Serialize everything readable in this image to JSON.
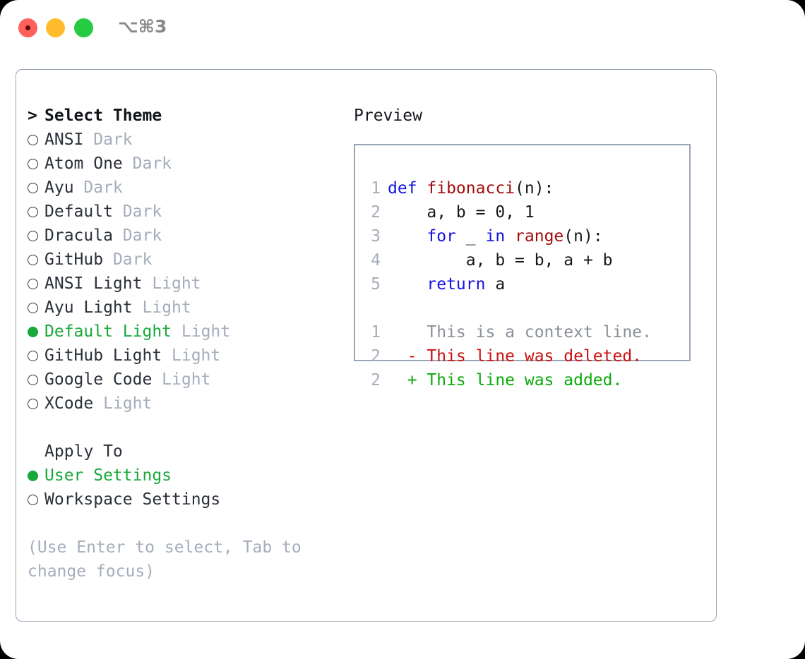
{
  "titlebar": {
    "shortcut": "⌥⌘3",
    "buttons": [
      {
        "name": "close",
        "color": "#ff605c"
      },
      {
        "name": "minimize",
        "color": "#ffbd2e"
      },
      {
        "name": "maximize",
        "color": "#25cb40"
      }
    ]
  },
  "theme_selector": {
    "heading": "Select Theme",
    "caret": ">",
    "items": [
      {
        "name": "ANSI",
        "variant": "Dark",
        "selected": false
      },
      {
        "name": "Atom One",
        "variant": "Dark",
        "selected": false
      },
      {
        "name": "Ayu",
        "variant": "Dark",
        "selected": false
      },
      {
        "name": "Default",
        "variant": "Dark",
        "selected": false
      },
      {
        "name": "Dracula",
        "variant": "Dark",
        "selected": false
      },
      {
        "name": "GitHub",
        "variant": "Dark",
        "selected": false
      },
      {
        "name": "ANSI Light",
        "variant": "Light",
        "selected": false
      },
      {
        "name": "Ayu Light",
        "variant": "Light",
        "selected": false
      },
      {
        "name": "Default Light",
        "variant": "Light",
        "selected": true
      },
      {
        "name": "GitHub Light",
        "variant": "Light",
        "selected": false
      },
      {
        "name": "Google Code",
        "variant": "Light",
        "selected": false
      },
      {
        "name": "XCode",
        "variant": "Light",
        "selected": false
      }
    ]
  },
  "apply_to": {
    "heading": "Apply To",
    "options": [
      {
        "name": "User Settings",
        "selected": true
      },
      {
        "name": "Workspace Settings",
        "selected": false
      }
    ]
  },
  "hint": "(Use Enter to select, Tab to change focus)",
  "preview": {
    "title": "Preview",
    "code_lines": [
      {
        "no": "1",
        "tokens": [
          {
            "t": "def ",
            "c": "kw"
          },
          {
            "t": "fibonacci",
            "c": "fn"
          },
          {
            "t": "(n):",
            "c": "plain"
          }
        ]
      },
      {
        "no": "2",
        "tokens": [
          {
            "t": "    a, b = 0, 1",
            "c": "plain"
          }
        ]
      },
      {
        "no": "3",
        "tokens": [
          {
            "t": "    ",
            "c": "plain"
          },
          {
            "t": "for",
            "c": "kw"
          },
          {
            "t": " _ ",
            "c": "plain"
          },
          {
            "t": "in",
            "c": "kw"
          },
          {
            "t": " ",
            "c": "plain"
          },
          {
            "t": "range",
            "c": "fn"
          },
          {
            "t": "(n):",
            "c": "plain"
          }
        ]
      },
      {
        "no": "4",
        "tokens": [
          {
            "t": "        a, b = b, a + b",
            "c": "plain"
          }
        ]
      },
      {
        "no": "5",
        "tokens": [
          {
            "t": "    ",
            "c": "plain"
          },
          {
            "t": "return",
            "c": "kw"
          },
          {
            "t": " a",
            "c": "plain"
          }
        ]
      }
    ],
    "diff_lines": [
      {
        "no": "1",
        "marker": " ",
        "text": " This is a context line.",
        "cls": "ctx"
      },
      {
        "no": "2",
        "marker": "-",
        "text": " This line was deleted.",
        "cls": "del"
      },
      {
        "no": "2",
        "marker": "+",
        "text": " This line was added.",
        "cls": "add"
      }
    ]
  },
  "colors": {
    "selected_green": "#19a83a",
    "dim_gray": "#a5adbb",
    "keyword_blue": "#1414e0",
    "function_red": "#a30d0d",
    "diff_add": "#0aab0a",
    "diff_del": "#cc1111",
    "border": "#9aa5b5"
  }
}
